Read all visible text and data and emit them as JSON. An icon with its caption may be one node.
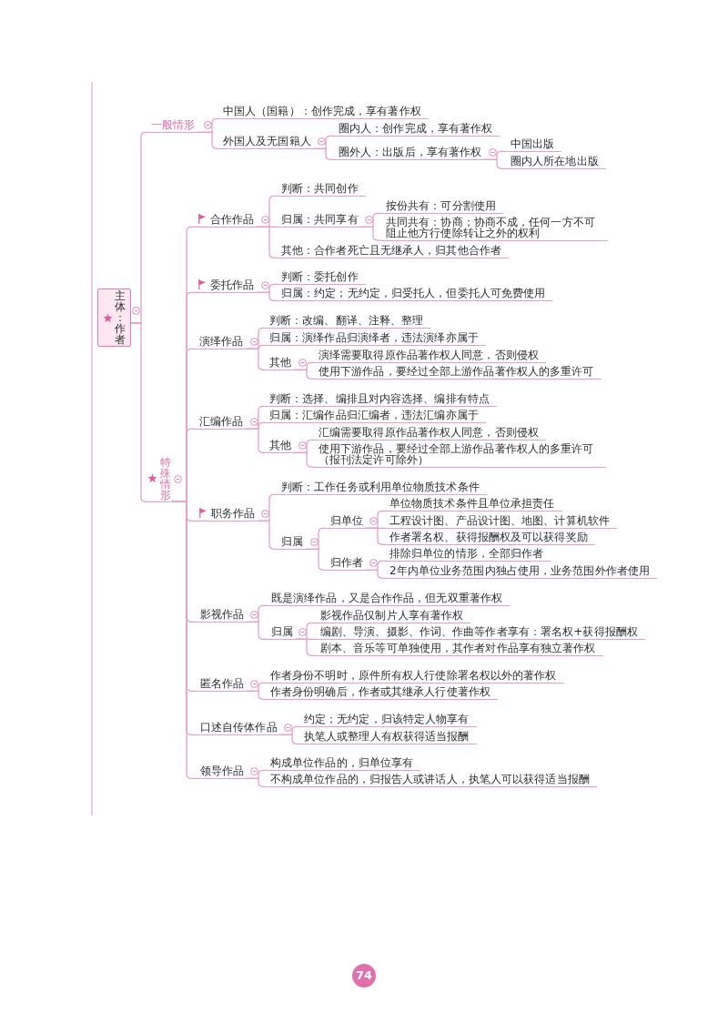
{
  "diagram": {
    "nodes": [
      {
        "text": [
          "主体：作者"
        ]
      },
      {
        "text": [
          "一般情形"
        ]
      },
      {
        "text": [
          "中国人（国籍）：创作完成，享有著作权"
        ]
      },
      {
        "text": [
          "外国人及无国籍人"
        ]
      },
      {
        "text": [
          "圈内人：创作完成，享有著作权"
        ]
      },
      {
        "text": [
          "圈外人：出版后，享有著作权"
        ]
      },
      {
        "text": [
          "中国出版"
        ]
      },
      {
        "text": [
          "圈内人所在地出版"
        ]
      },
      {
        "text": [
          "特殊情形"
        ]
      },
      {
        "text": [
          "合作作品"
        ]
      },
      {
        "text": [
          "判断：共同创作"
        ]
      },
      {
        "text": [
          "归属：共同享有"
        ]
      },
      {
        "text": [
          "按份共有：可分割使用"
        ]
      },
      {
        "text": [
          "共同共有：协商；协商不成，任何一方不可阻止他方行使除转让之外的权利"
        ]
      },
      {
        "text": [
          "其他：合作者死亡且无继承人，归其他合作者"
        ]
      },
      {
        "text": [
          "委托作品"
        ]
      },
      {
        "text": [
          "判断：委托创作"
        ]
      },
      {
        "text": [
          "归属：约定；无约定，归受托人，但委托人可免费使用"
        ]
      },
      {
        "text": [
          "演绎作品"
        ]
      },
      {
        "text": [
          "判断：改编、翻译、注释、整理"
        ]
      },
      {
        "text": [
          "归属：演绎作品归演绎者，违法演绎亦属于"
        ]
      },
      {
        "text": [
          "其他"
        ]
      },
      {
        "text": [
          "演绎需要取得原作品著作权人同意，否则侵权"
        ]
      },
      {
        "text": [
          "使用下游作品，要经过全部上游作品著作权人的多重许可"
        ]
      },
      {
        "text": [
          "汇编作品"
        ]
      },
      {
        "text": [
          "判断：选择、编排且对内容选择、编排有特点"
        ]
      },
      {
        "text": [
          "归属：汇编作品归汇编者，违法汇编亦属于"
        ]
      },
      {
        "text": [
          "其他"
        ]
      },
      {
        "text": [
          "汇编需要取得原作品著作权人同意，否则侵权"
        ]
      },
      {
        "text": [
          "使用下游作品，要经过全部上游作品著作权人的多重许可（报刊法定许可除外）"
        ]
      },
      {
        "text": [
          "职务作品"
        ]
      },
      {
        "text": [
          "判断：工作任务或利用单位物质技术条件"
        ]
      },
      {
        "text": [
          "归属"
        ]
      },
      {
        "text": [
          "归单位"
        ]
      },
      {
        "text": [
          "单位物质技术条件且单位承担责任"
        ]
      },
      {
        "text": [
          "工程设计图、产品设计图、地图、计算机软件"
        ]
      },
      {
        "text": [
          "作者署名权、获得报酬权及可以获得奖励"
        ]
      },
      {
        "text": [
          "归作者"
        ]
      },
      {
        "text": [
          "排除归单位的情形，全部归作者"
        ]
      },
      {
        "text": [
          "2年内单位业务范围内独占使用，业务范围外作者使用"
        ]
      },
      {
        "text": [
          "影视作品"
        ]
      },
      {
        "text": [
          "既是演绎作品，又是合作作品，但无双重著作权"
        ]
      },
      {
        "text": [
          "归属"
        ]
      },
      {
        "text": [
          "影视作品仅制片人享有著作权"
        ]
      },
      {
        "text": [
          "编剧、导演、摄影、作词、作曲等作者享有：署名权+获得报酬权"
        ]
      },
      {
        "text": [
          "剧本、音乐等可单独使用，其作者对作品享有独立著作权"
        ]
      },
      {
        "text": [
          "匿名作品"
        ]
      },
      {
        "text": [
          "作者身份不明时，原件所有权人行使除署名权以外的著作权"
        ]
      },
      {
        "text": [
          "作者身份明确后，作者或其继承人行使著作权"
        ]
      },
      {
        "text": [
          "口述自传体作品"
        ]
      },
      {
        "text": [
          "约定；无约定，归该特定人物享有"
        ]
      },
      {
        "text": [
          "执笔人或整理人有权获得适当报酬"
        ]
      },
      {
        "text": [
          "领导作品"
        ]
      },
      {
        "text": [
          "构成单位作品的，归单位享有"
        ]
      },
      {
        "text": [
          "不构成单位作品的，归报告人或讲话人，执笔人可以获得适当报酬"
        ]
      }
    ],
    "edges": [
      {
        "from": 0,
        "to": 1,
        "arrow": "none"
      },
      {
        "from": 1,
        "to": 2,
        "arrow": "none"
      },
      {
        "from": 1,
        "to": 3,
        "arrow": "none"
      },
      {
        "from": 3,
        "to": 4,
        "arrow": "none"
      },
      {
        "from": 3,
        "to": 5,
        "arrow": "none"
      },
      {
        "from": 5,
        "to": 6,
        "arrow": "none"
      },
      {
        "from": 5,
        "to": 7,
        "arrow": "none"
      },
      {
        "from": 0,
        "to": 8,
        "arrow": "none"
      },
      {
        "from": 8,
        "to": 9,
        "arrow": "none"
      },
      {
        "from": 9,
        "to": 10,
        "arrow": "none"
      },
      {
        "from": 9,
        "to": 11,
        "arrow": "none"
      },
      {
        "from": 11,
        "to": 12,
        "arrow": "none"
      },
      {
        "from": 11,
        "to": 13,
        "arrow": "none"
      },
      {
        "from": 9,
        "to": 14,
        "arrow": "none"
      },
      {
        "from": 8,
        "to": 15,
        "arrow": "none"
      },
      {
        "from": 15,
        "to": 16,
        "arrow": "none"
      },
      {
        "from": 15,
        "to": 17,
        "arrow": "none"
      },
      {
        "from": 8,
        "to": 18,
        "arrow": "none"
      },
      {
        "from": 18,
        "to": 19,
        "arrow": "none"
      },
      {
        "from": 18,
        "to": 20,
        "arrow": "none"
      },
      {
        "from": 18,
        "to": 21,
        "arrow": "none"
      },
      {
        "from": 21,
        "to": 22,
        "arrow": "none"
      },
      {
        "from": 21,
        "to": 23,
        "arrow": "none"
      },
      {
        "from": 8,
        "to": 24,
        "arrow": "none"
      },
      {
        "from": 24,
        "to": 25,
        "arrow": "none"
      },
      {
        "from": 24,
        "to": 26,
        "arrow": "none"
      },
      {
        "from": 24,
        "to": 27,
        "arrow": "none"
      },
      {
        "from": 27,
        "to": 28,
        "arrow": "none"
      },
      {
        "from": 27,
        "to": 29,
        "arrow": "none"
      },
      {
        "from": 8,
        "to": 30,
        "arrow": "none"
      },
      {
        "from": 30,
        "to": 31,
        "arrow": "none"
      },
      {
        "from": 30,
        "to": 32,
        "arrow": "none"
      },
      {
        "from": 32,
        "to": 33,
        "arrow": "none"
      },
      {
        "from": 33,
        "to": 34,
        "arrow": "none"
      },
      {
        "from": 33,
        "to": 35,
        "arrow": "none"
      },
      {
        "from": 33,
        "to": 36,
        "arrow": "none"
      },
      {
        "from": 32,
        "to": 37,
        "arrow": "none"
      },
      {
        "from": 37,
        "to": 38,
        "arrow": "none"
      },
      {
        "from": 37,
        "to": 39,
        "arrow": "none"
      },
      {
        "from": 8,
        "to": 40,
        "arrow": "none"
      },
      {
        "from": 40,
        "to": 41,
        "arrow": "none"
      },
      {
        "from": 40,
        "to": 42,
        "arrow": "none"
      },
      {
        "from": 42,
        "to": 43,
        "arrow": "none"
      },
      {
        "from": 42,
        "to": 44,
        "arrow": "none"
      },
      {
        "from": 42,
        "to": 45,
        "arrow": "none"
      },
      {
        "from": 8,
        "to": 46,
        "arrow": "none"
      },
      {
        "from": 46,
        "to": 47,
        "arrow": "none"
      },
      {
        "from": 46,
        "to": 48,
        "arrow": "none"
      },
      {
        "from": 8,
        "to": 49,
        "arrow": "none"
      },
      {
        "from": 49,
        "to": 50,
        "arrow": "none"
      },
      {
        "from": 49,
        "to": 51,
        "arrow": "none"
      },
      {
        "from": 8,
        "to": 52,
        "arrow": "none"
      },
      {
        "from": 52,
        "to": 53,
        "arrow": "none"
      },
      {
        "from": 52,
        "to": 54,
        "arrow": "none"
      }
    ],
    "labels": [
      "74"
    ]
  }
}
